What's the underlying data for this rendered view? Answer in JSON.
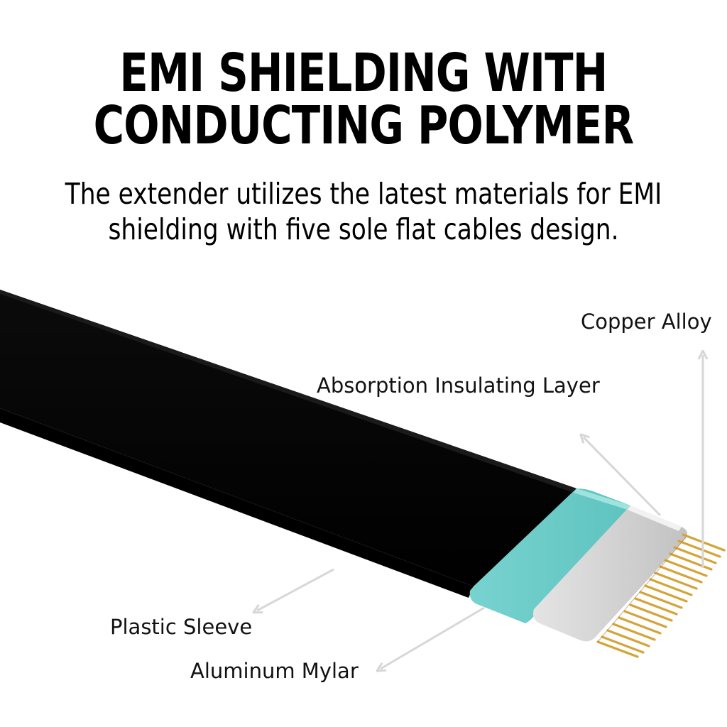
{
  "title": {
    "line1": "EMI SHIELDING WITH",
    "line2": "CONDUCTING POLYMER"
  },
  "subtitle": {
    "line1": "The extender utilizes the latest materials for EMI",
    "line2": "shielding with five sole flat cables design."
  },
  "labels": {
    "copper_alloy": "Copper Alloy",
    "absorption_layer": "Absorption Insulating Layer",
    "plastic_sleeve": "Plastic Sleeve",
    "aluminum_mylar": "Aluminum Mylar"
  },
  "colors": {
    "sleeve": "#050505",
    "mylar": "#6fcfcb",
    "insulating_layer": "#cfcfcf",
    "copper_pins": "#d4a437",
    "arrows": "#d7d7d7"
  }
}
